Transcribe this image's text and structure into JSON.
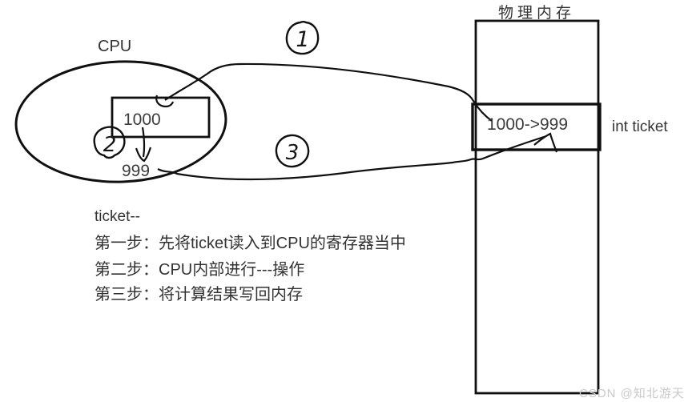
{
  "diagram": {
    "kind": "hand-drawn teaching sketch of ticket-- operation between CPU and memory",
    "ink_color": "#101010",
    "text_color": "#333333",
    "background": "#ffffff"
  },
  "memory": {
    "title": "物理内存",
    "cell_value": "1000->999",
    "side_label": "int ticket"
  },
  "cpu": {
    "label": "CPU",
    "register_value": "1000",
    "result_value": "999"
  },
  "annotations": {
    "step1": "1",
    "step2": "2",
    "step3": "3"
  },
  "explanation": {
    "title": "ticket--",
    "lines": [
      "第一步：先将ticket读入到CPU的寄存器当中",
      "第二步：CPU内部进行---操作",
      "第三步：将计算结果写回内存"
    ]
  },
  "watermark": {
    "text": "CSDN @知北游天",
    "color": "#c9c9c9"
  }
}
